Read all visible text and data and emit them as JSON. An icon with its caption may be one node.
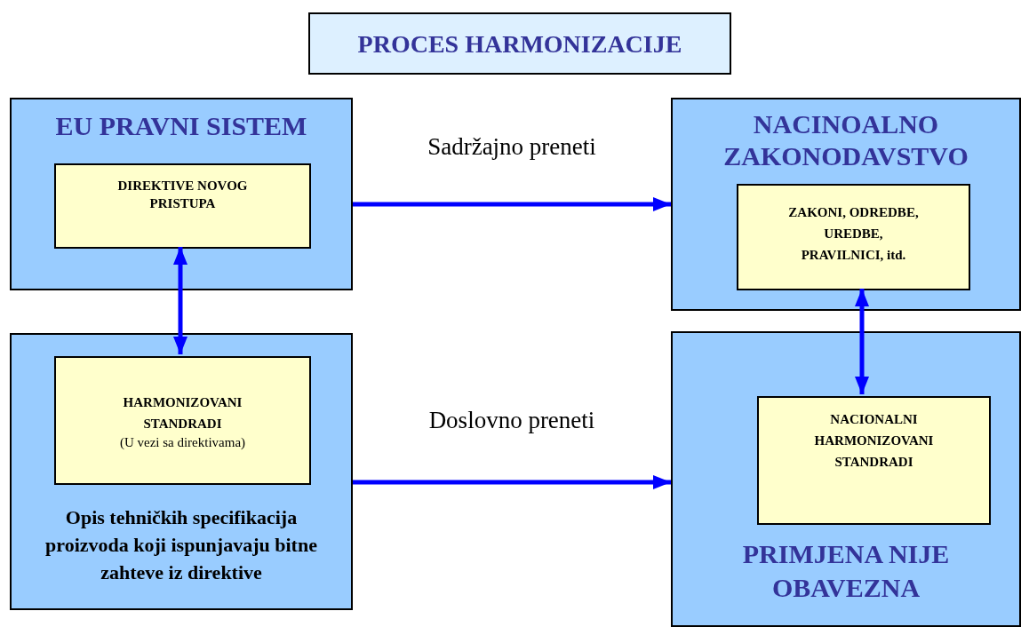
{
  "diagram": {
    "nodes": [
      {
        "text": [
          "PROCES HARMONIZACIJE"
        ]
      },
      {
        "text": [
          "EU PRAVNI SISTEM"
        ]
      },
      {
        "text": [
          "DIREKTIVE NOVOG PRISTUPA"
        ],
        "in": 1
      },
      {
        "text": [
          "NACINOALNO ZAKONODAVSTVO"
        ]
      },
      {
        "text": [
          "ZAKONI, ODREDBE, UREDBE, PRAVILNICI,  itd."
        ],
        "in": 3
      },
      {
        "text": [
          "Opis tehničkih specifikacija proizvoda koji ispunjavaju bitne zahteve iz direktive"
        ]
      },
      {
        "text": [
          "HARMONIZOVANI STANDRADI",
          "(U vezi sa direktivama)"
        ],
        "in": 5
      },
      {
        "text": [
          "PRIMJENA NIJE OBAVEZNA"
        ]
      },
      {
        "text": [
          "NACIONALNI HARMONIZOVANI STANDRADI"
        ],
        "in": 7
      }
    ],
    "edges": [
      {
        "from": 1,
        "to": 3,
        "arrow": "to",
        "label": "Sadržajno preneti"
      },
      {
        "from": 2,
        "to": 6,
        "arrow": "both"
      },
      {
        "from": 4,
        "to": 8,
        "arrow": "both"
      },
      {
        "from": 5,
        "to": 7,
        "arrow": "to",
        "label": "Doslovno preneti"
      }
    ]
  }
}
